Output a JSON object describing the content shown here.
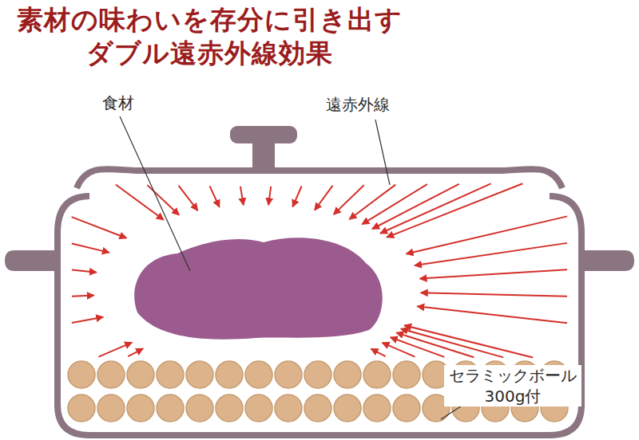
{
  "diagram": {
    "title": "素材の味わいを存分に引き出す ダブル遠赤外線効果",
    "labels": [
      "食材",
      "遠赤外線",
      "セラミックボール 300g付"
    ]
  }
}
